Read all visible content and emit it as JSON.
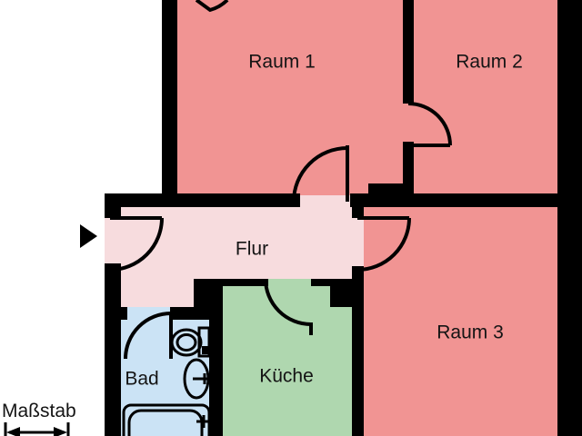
{
  "floorplan": {
    "background": "#ffffff",
    "wall_color": "#000000",
    "rooms": [
      {
        "name": "Raum 1",
        "color": "#f19493"
      },
      {
        "name": "Raum 2",
        "color": "#f19493"
      },
      {
        "name": "Raum 3",
        "color": "#f19493"
      },
      {
        "name": "Flur",
        "color": "#f7dcde"
      },
      {
        "name": "Küche",
        "color": "#afd7af"
      },
      {
        "name": "Bad",
        "color": "#cbe3f5"
      }
    ],
    "scale_label": "Maßstab"
  }
}
